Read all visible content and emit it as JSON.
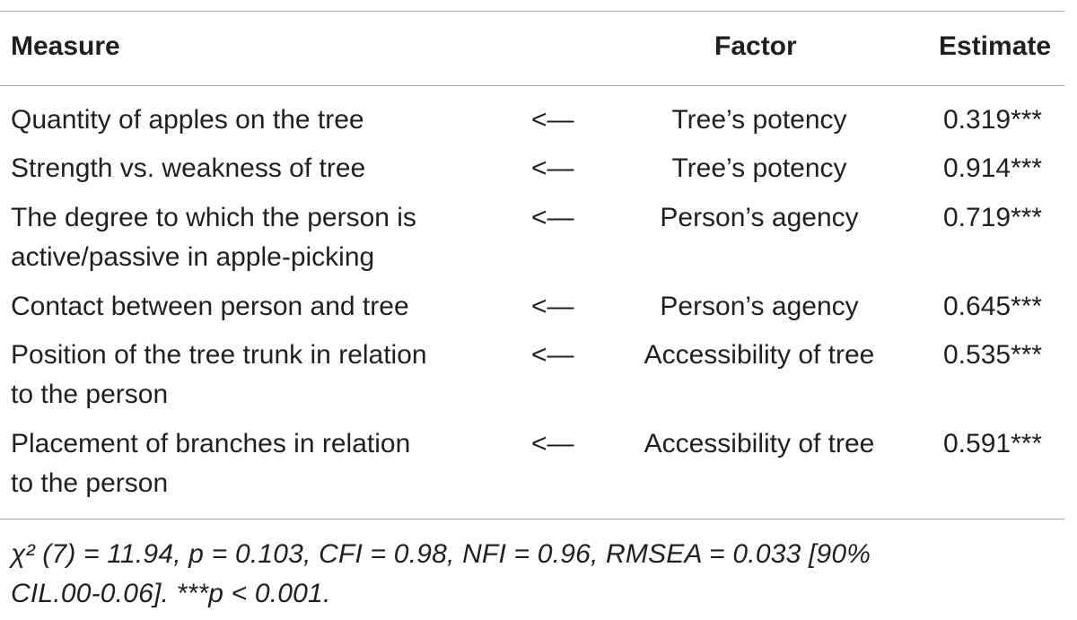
{
  "headers": {
    "measure": "Measure",
    "factor": "Factor",
    "estimate": "Estimate"
  },
  "rows": [
    {
      "measure_line1": "Quantity of apples on the tree",
      "measure_line2": "",
      "arrow": "<—",
      "factor": "Tree’s potency",
      "estimate": "0.319***"
    },
    {
      "measure_line1": "Strength vs. weakness of tree",
      "measure_line2": "",
      "arrow": "<—",
      "factor": "Tree’s potency",
      "estimate": "0.914***"
    },
    {
      "measure_line1": "The degree to which the person is",
      "measure_line2": "active/passive in apple-picking",
      "arrow": "<—",
      "factor": "Person’s agency",
      "estimate": "0.719***"
    },
    {
      "measure_line1": "Contact between person and tree",
      "measure_line2": "",
      "arrow": "<—",
      "factor": "Person’s agency",
      "estimate": "0.645***"
    },
    {
      "measure_line1": "Position of the tree trunk in relation",
      "measure_line2": "to the person",
      "arrow": "<—",
      "factor": "Accessibility of tree",
      "estimate": "0.535***"
    },
    {
      "measure_line1": "Placement of branches in relation",
      "measure_line2": "to the person",
      "arrow": "<—",
      "factor": "Accessibility of tree",
      "estimate": "0.591***"
    }
  ],
  "footnote": {
    "line1": "χ² (7) = 11.94, p = 0.103, CFI = 0.98, NFI = 0.96, RMSEA = 0.033 [90%",
    "line2": "CIL.00-0.06]. ***p < 0.001."
  }
}
